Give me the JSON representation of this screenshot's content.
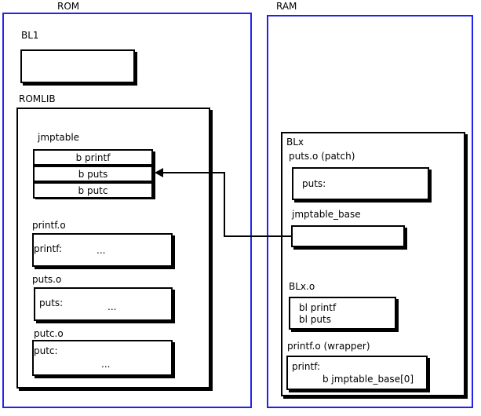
{
  "diagram": {
    "title_rom": "ROM",
    "title_ram": "RAM"
  },
  "rom": {
    "label": "ROM",
    "bl1": {
      "label": "BL1",
      "body": ""
    },
    "romlib": {
      "label": "ROMLIB",
      "jmptable": {
        "label": "jmptable",
        "entries": [
          "b printf",
          "b puts",
          "b putc"
        ]
      },
      "objects": [
        {
          "label": "printf.o",
          "symbol": "printf:",
          "ellipsis": "..."
        },
        {
          "label": "puts.o",
          "symbol": "puts:",
          "ellipsis": "..."
        },
        {
          "label": "putc.o",
          "symbol": "putc:",
          "ellipsis": "..."
        }
      ]
    }
  },
  "ram": {
    "label": "RAM",
    "blx": {
      "label": "BLx",
      "puts_patch": {
        "label": "puts.o (patch)",
        "symbol": "puts:"
      },
      "jmptable_base": {
        "label": "jmptable_base",
        "body": ""
      },
      "blx_o": {
        "label": "BLx.o",
        "line1": "bl printf",
        "line2": "bl puts"
      },
      "printf_wrapper": {
        "label": "printf.o (wrapper)",
        "symbol": "printf:",
        "instruction": "b jmptable_base[0]"
      }
    }
  },
  "connector": {
    "name": "jmptable-base-to-jmptable-puts-arrow",
    "from": "jmptable_base",
    "to": "b puts"
  },
  "colors": {
    "region_border": "#2222ee",
    "box_border": "#000000",
    "text": "#000000",
    "background": "#ffffff"
  }
}
